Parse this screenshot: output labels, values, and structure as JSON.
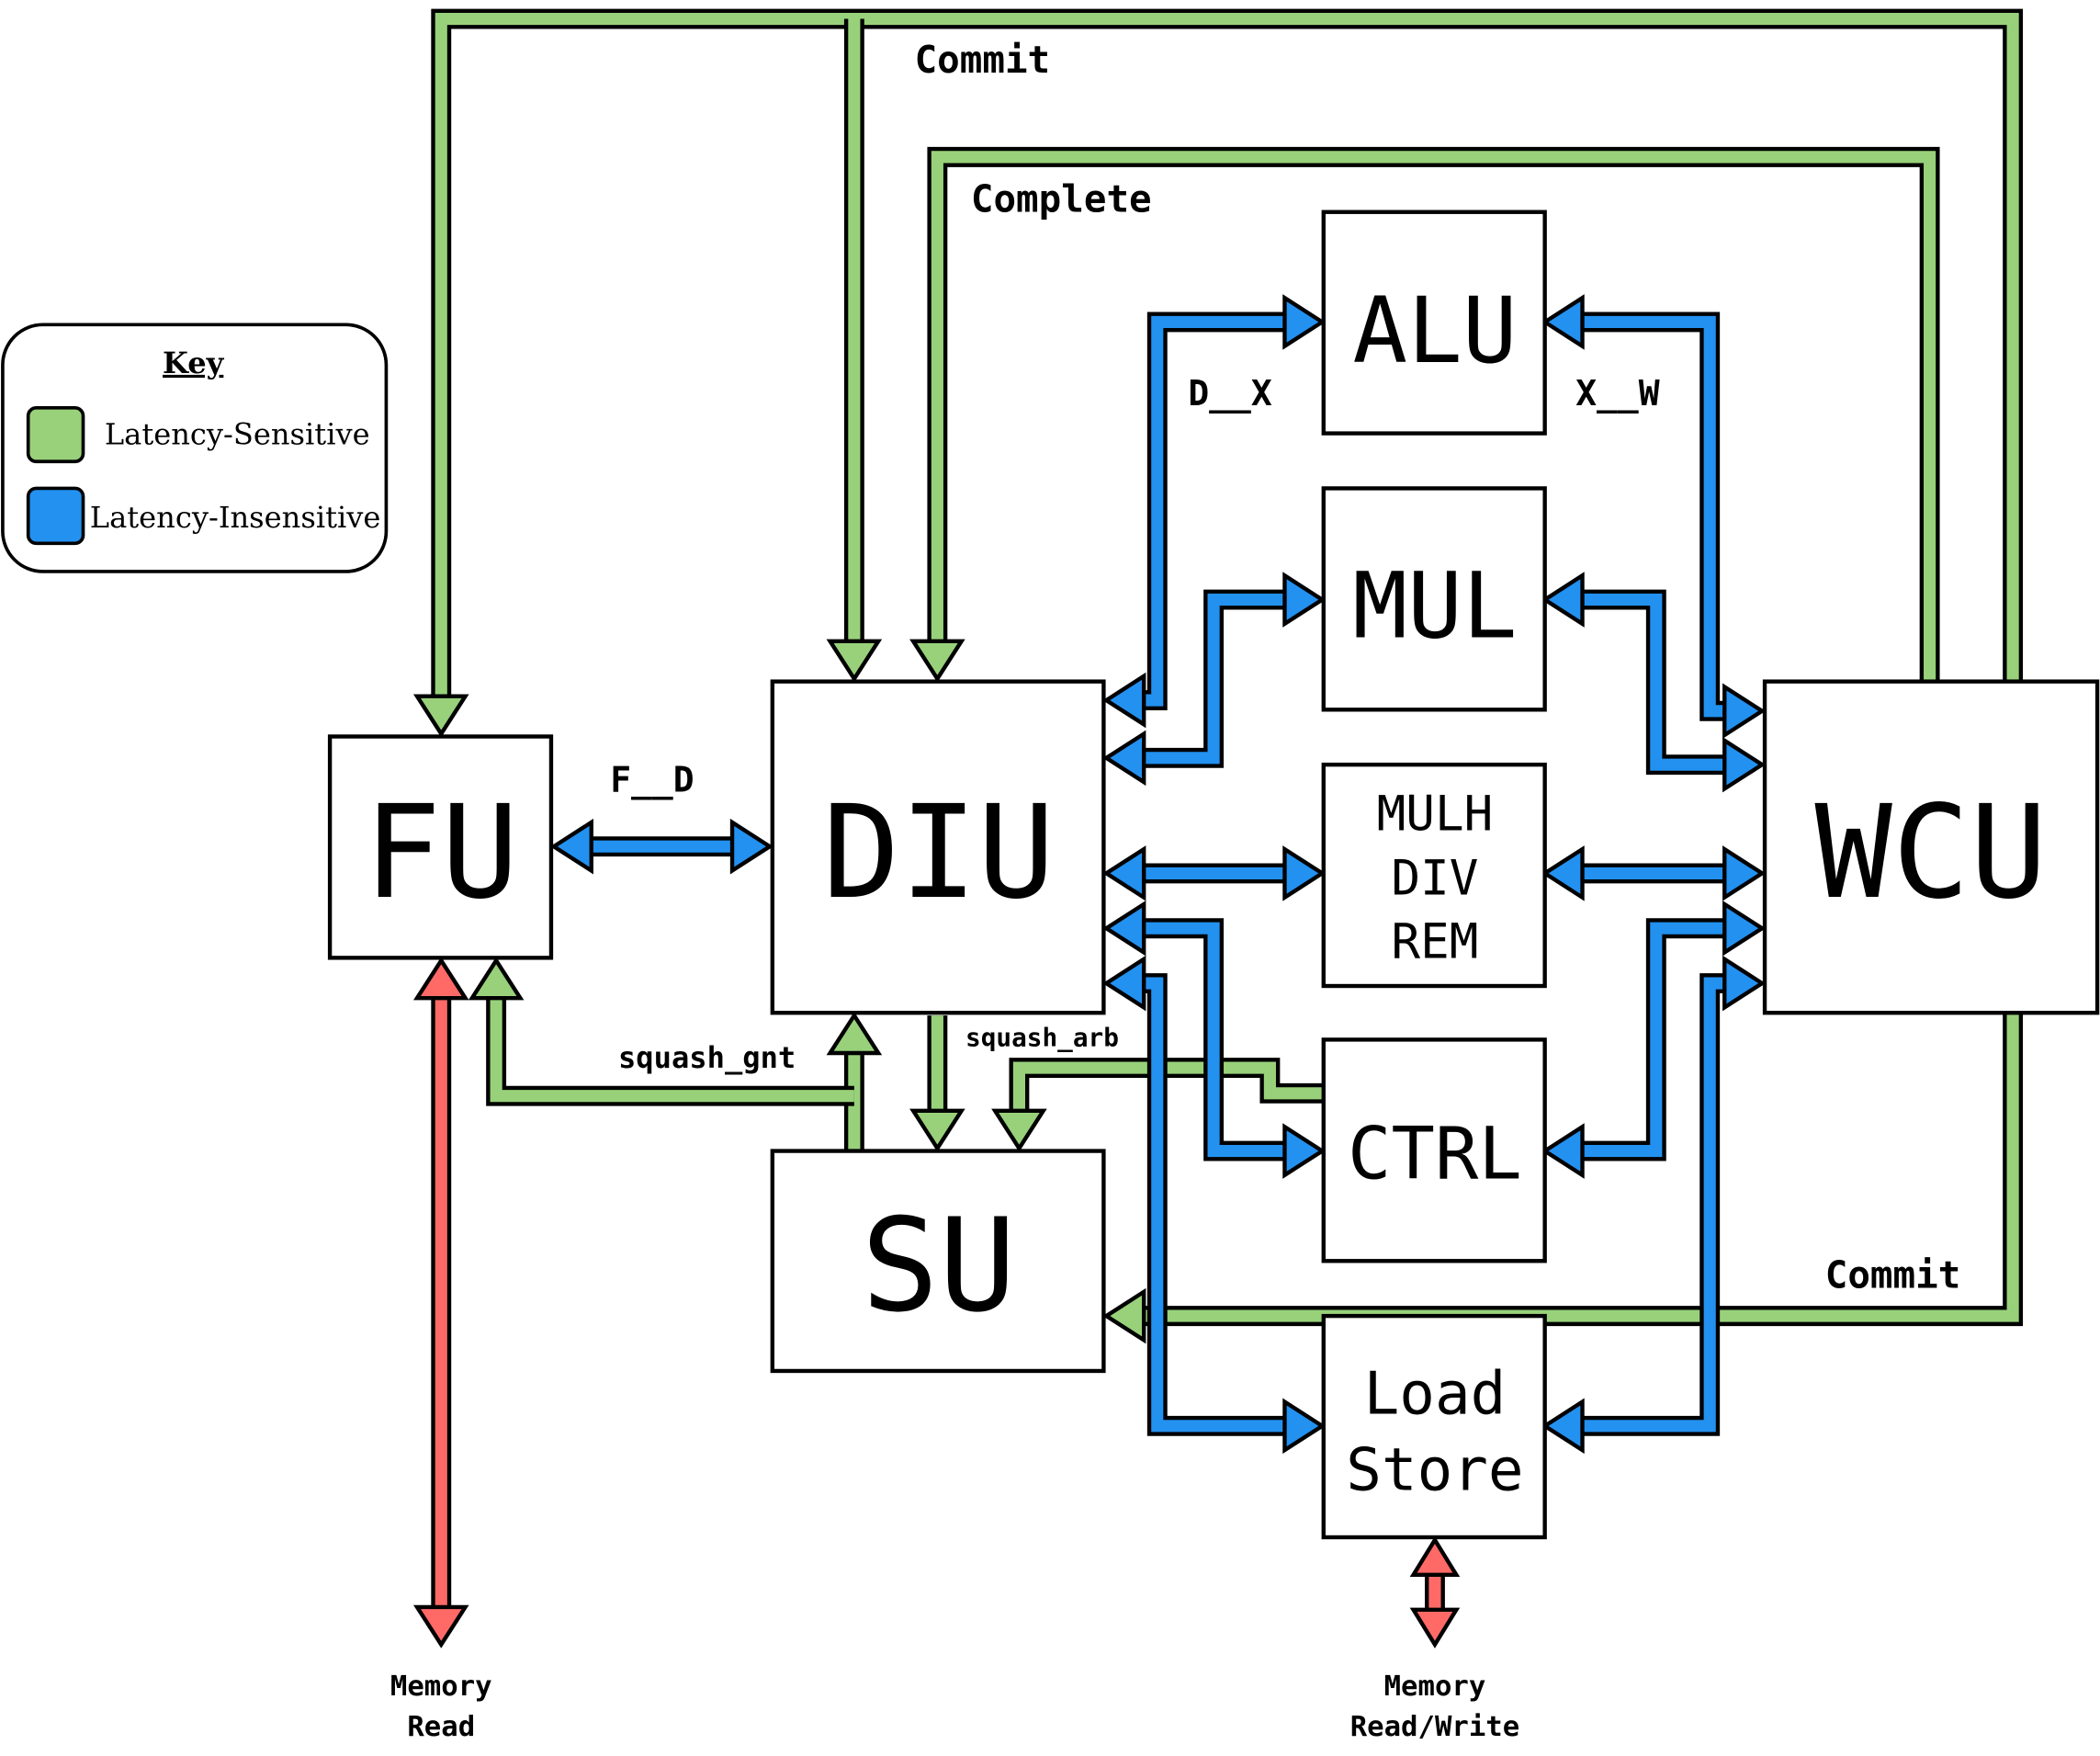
{
  "colors": {
    "latency_sensitive": "#98d17a",
    "latency_insensitive": "#2391f0",
    "memory": "#ff6a67",
    "stroke": "#000000",
    "background": "#ffffff"
  },
  "key": {
    "title": "Key",
    "items": [
      {
        "label": "Latency-Sensitive",
        "color_key": "latency_sensitive"
      },
      {
        "label": "Latency-Insensitive",
        "color_key": "latency_insensitive"
      }
    ]
  },
  "units": {
    "fu": "FU",
    "diu": "DIU",
    "wcu": "WCU",
    "su": "SU",
    "alu": "ALU",
    "mul": "MUL",
    "mulh_lines": [
      "MULH",
      "DIV",
      "REM"
    ],
    "ctrl": "CTRL",
    "ls_lines": [
      "Load",
      "Store"
    ]
  },
  "signals": {
    "commit_top": "Commit",
    "complete": "Complete",
    "commit_bottom": "Commit",
    "f_d": "F__D",
    "d_x": "D__X",
    "x_w": "X__W",
    "squash_gnt": "squash_gnt",
    "squash_arb": "squash_arb",
    "memory_read": [
      "Memory",
      "Read"
    ],
    "memory_rw": [
      "Memory",
      "Read/Write"
    ]
  }
}
